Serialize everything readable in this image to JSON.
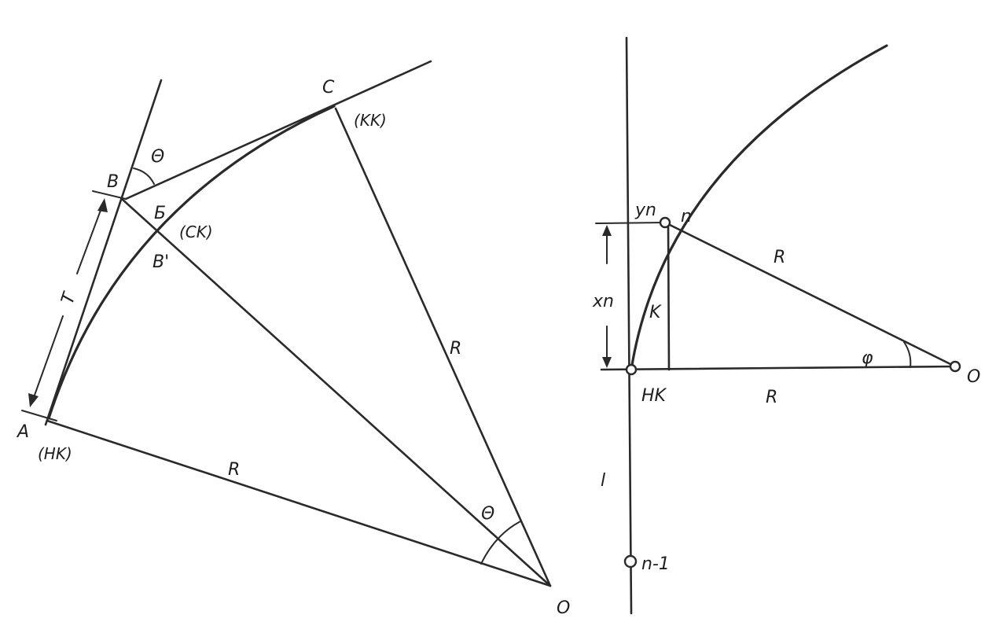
{
  "left_figure": {
    "label_A": "A",
    "label_B": "B",
    "label_C": "C",
    "label_O": "O",
    "label_B_cyr": "Б",
    "label_B_prime": "B'",
    "label_HK": "(HK)",
    "label_CK": "(CK)",
    "label_KK": "(KK)",
    "label_T": "T",
    "label_R_bottom": "R",
    "label_R_right": "R",
    "label_theta_top": "Θ",
    "label_theta_bottom": "Θ"
  },
  "right_figure": {
    "label_yn": "yn",
    "label_n": "n",
    "label_xn": "xn",
    "label_K": "K",
    "label_R_slant": "R",
    "label_R_base": "R",
    "label_phi": "φ",
    "label_O": "O",
    "label_HK": "HK",
    "label_l": "l",
    "label_n_minus_1": "n-1"
  }
}
